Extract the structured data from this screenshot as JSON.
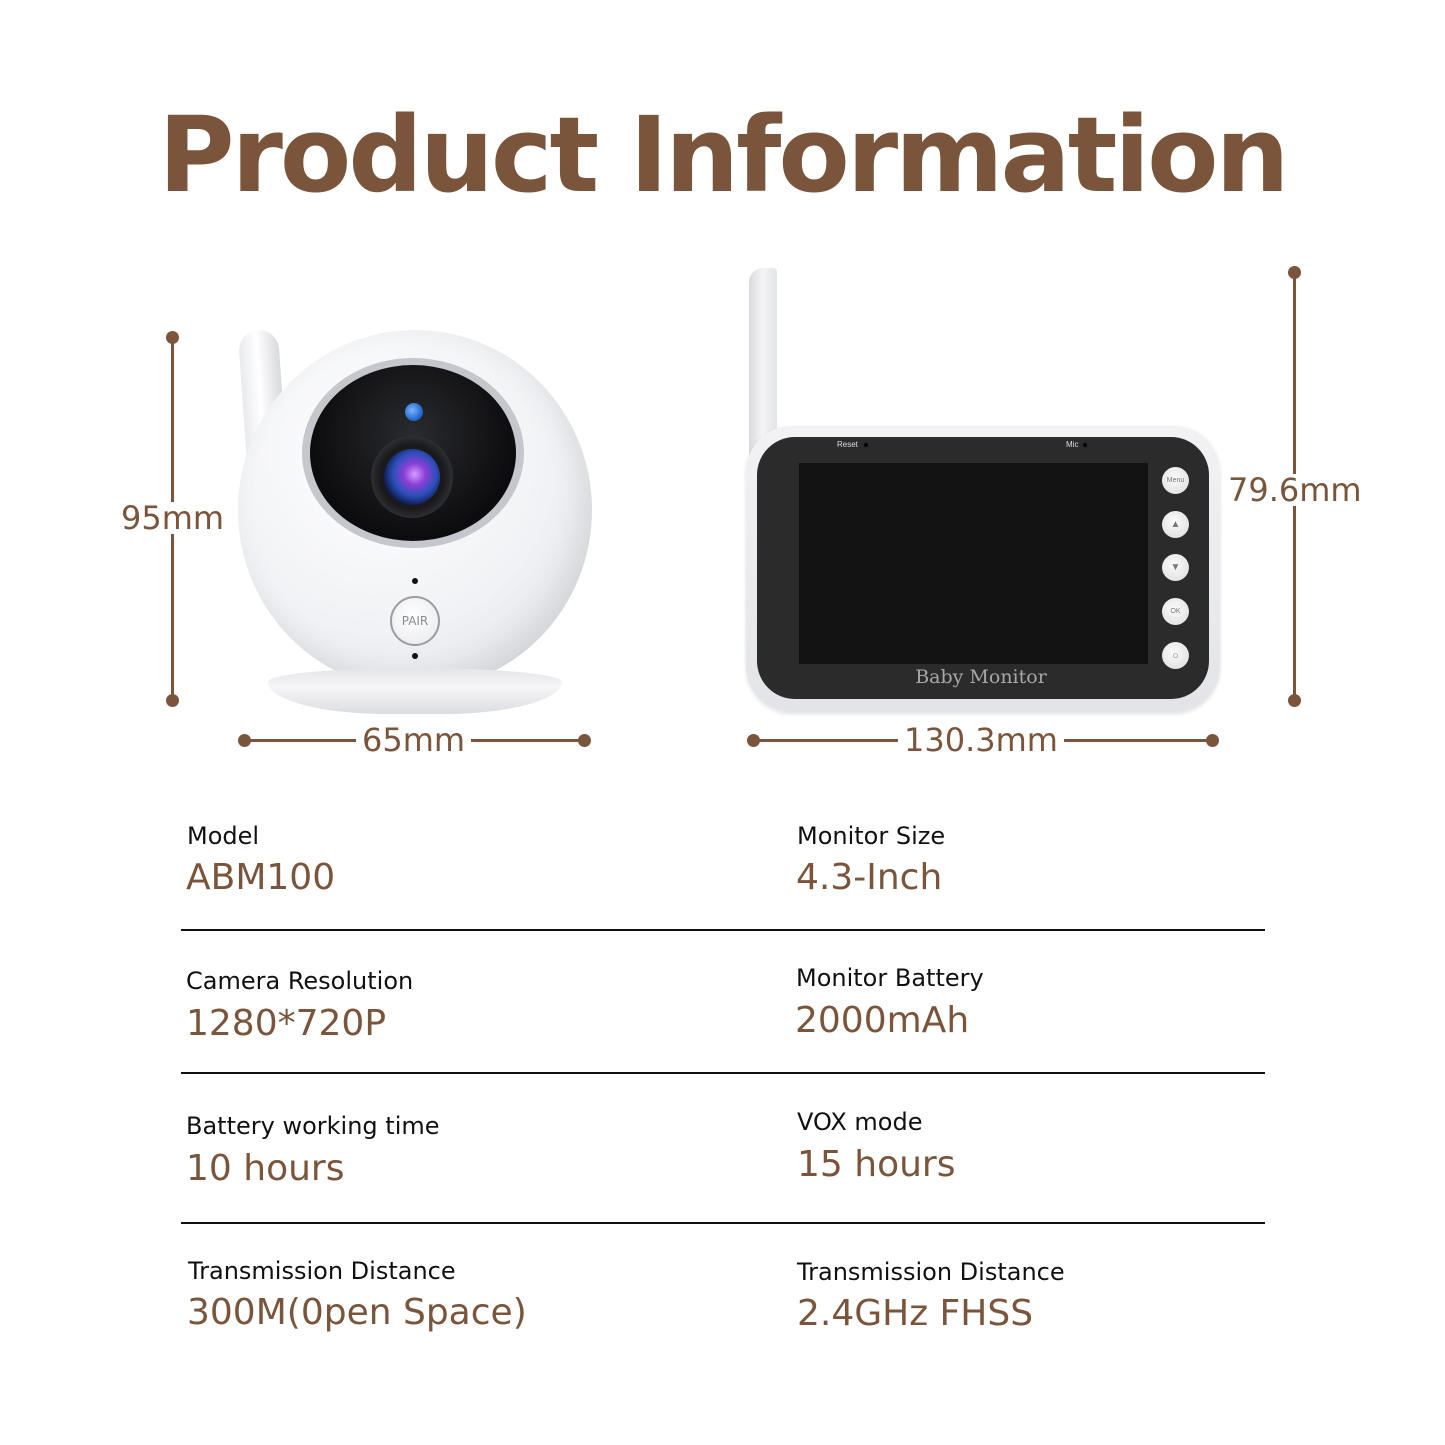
{
  "title": "Product Information",
  "colors": {
    "accent_brown": "#7a553b",
    "label_text": "#111111",
    "divider": "#111111",
    "background": "#ffffff"
  },
  "camera": {
    "height_dimension": "95mm",
    "width_dimension": "65mm",
    "pair_button_label": "PAIR"
  },
  "monitor": {
    "height_dimension": "79.6mm",
    "width_dimension": "130.3mm",
    "brand_text": "Baby Monitor",
    "reset_label": "Reset",
    "mic_label": "Mic",
    "buttons": [
      {
        "label": "Menu",
        "icon": "menu"
      },
      {
        "label": "▲",
        "icon": "up-arrow-icon"
      },
      {
        "label": "▼",
        "icon": "down-arrow-icon"
      },
      {
        "label": "OK",
        "icon": "ok"
      },
      {
        "label": "○",
        "icon": "power-icon"
      }
    ]
  },
  "specs": {
    "rows": [
      {
        "left": {
          "label": "Model",
          "value": "ABM100"
        },
        "right": {
          "label": "Monitor Size",
          "value": "4.3-Inch"
        }
      },
      {
        "left": {
          "label": "Camera Resolution",
          "value": "1280*720P"
        },
        "right": {
          "label": "Monitor Battery",
          "value": "2000mAh"
        }
      },
      {
        "left": {
          "label": "Battery working time",
          "value": "10 hours"
        },
        "right": {
          "label": "VOX mode",
          "value": "15 hours"
        }
      },
      {
        "left": {
          "label": "Transmission Distance",
          "value": "300M(0pen Space)"
        },
        "right": {
          "label": "Transmission Distance",
          "value": "2.4GHz FHSS"
        }
      }
    ]
  }
}
